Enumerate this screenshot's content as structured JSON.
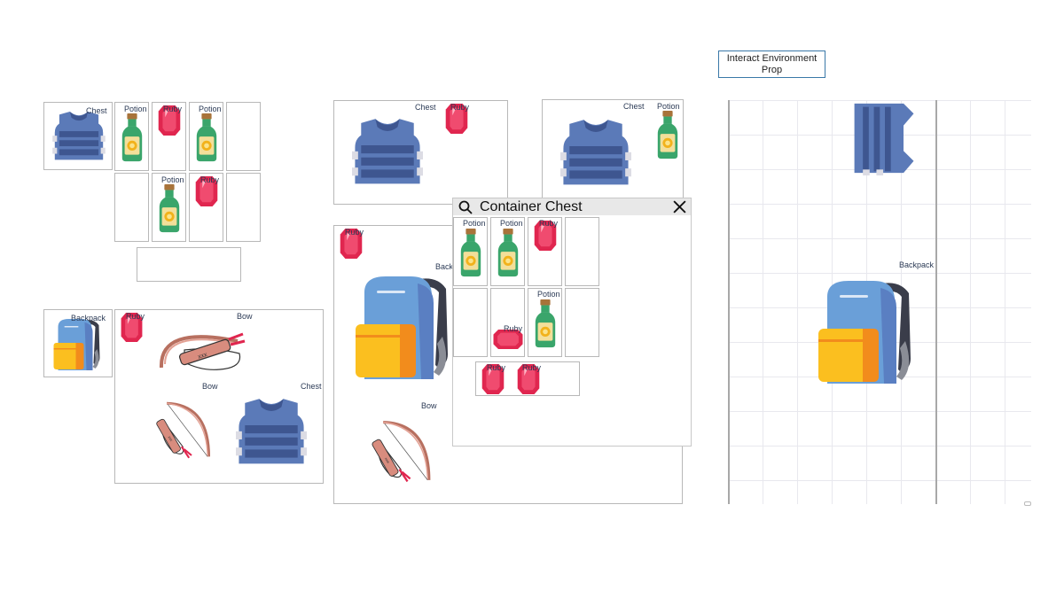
{
  "labels": {
    "chest": "Chest",
    "potion": "Potion",
    "ruby": "Ruby",
    "backpack": "Backpack",
    "bow": "Bow"
  },
  "prop_button": {
    "label_line1": "Interact Environment",
    "label_line2": "Prop"
  },
  "container_popup": {
    "title": "Container Chest"
  },
  "icons": [
    "search-icon",
    "close-icon",
    "vest-icon",
    "potion-icon",
    "ruby-icon",
    "backpack-icon",
    "bow-icon"
  ],
  "colors": {
    "vest": "#5b7ab8",
    "vest_dark": "#3e5690",
    "potion_glass": "#3aa56b",
    "potion_cap": "#a8733a",
    "ruby": "#e0264f",
    "backpack_blue": "#6a9fd8",
    "backpack_pocket": "#f6b21c",
    "bow": "#d88c7e",
    "border": "#b8b8b8",
    "button_border": "#3a78a8"
  }
}
